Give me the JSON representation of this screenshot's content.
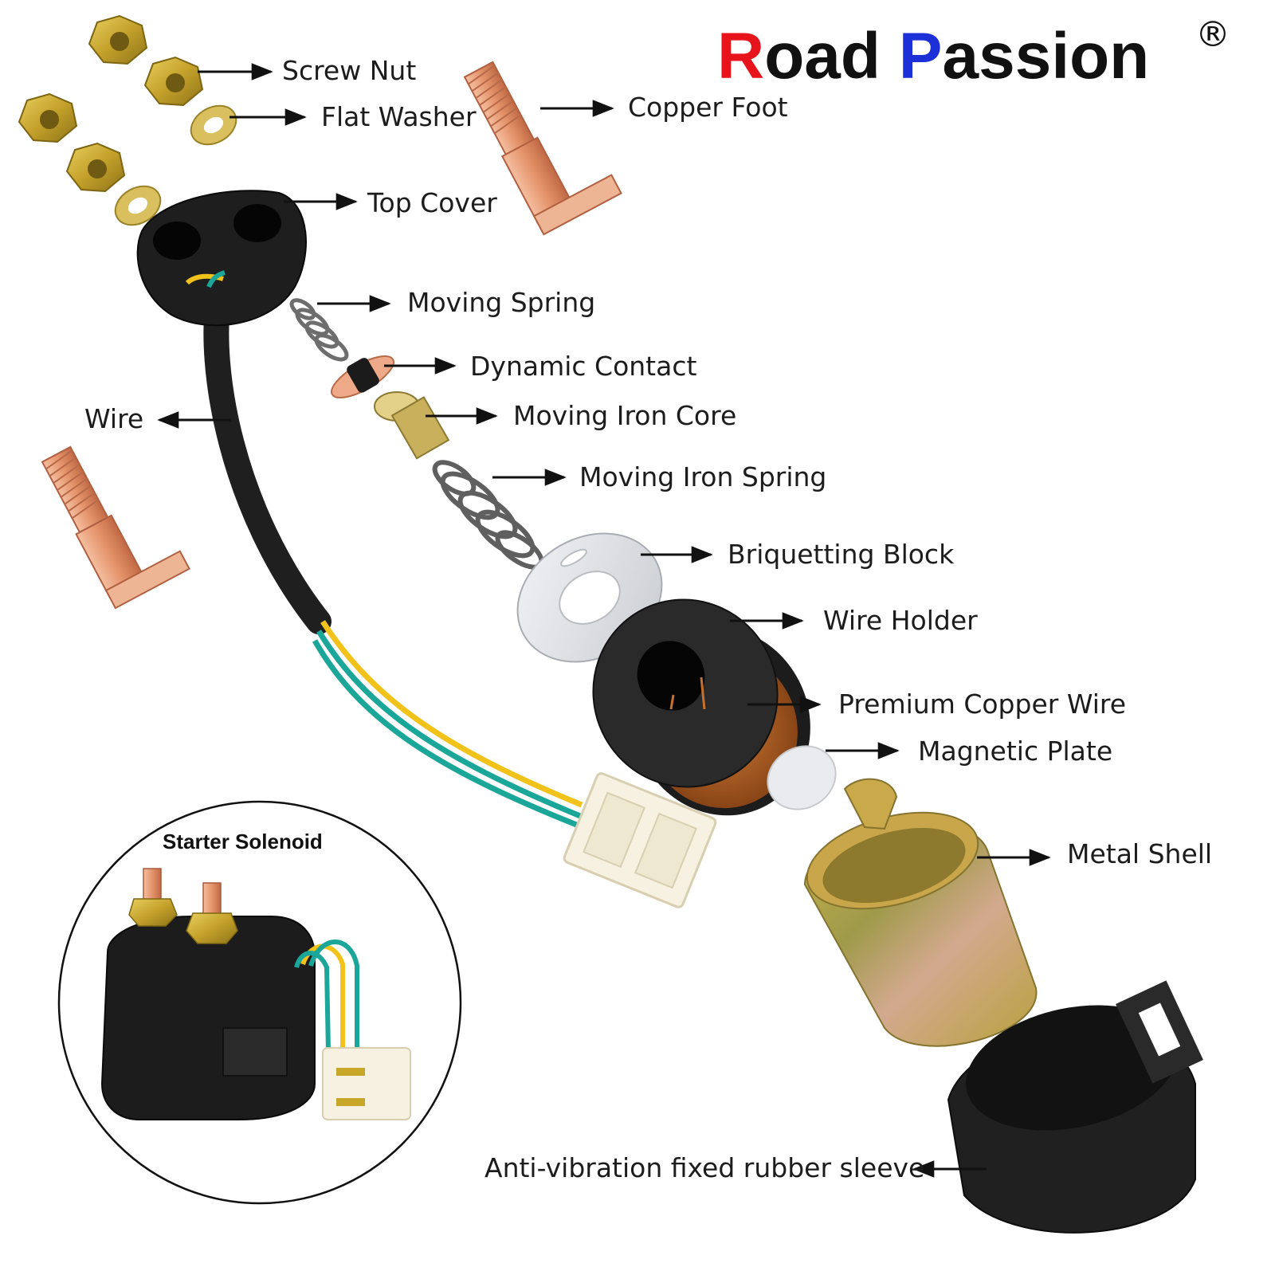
{
  "brand": {
    "first_letter": "R",
    "first_rest": "oad ",
    "second_letter": "P",
    "second_rest": "assion",
    "registered_mark": "®",
    "colors": {
      "r": "#e8141b",
      "p": "#1d2fd6",
      "rest": "#111111"
    }
  },
  "labels": {
    "screw_nut": "Screw Nut",
    "flat_washer": "Flat Washer",
    "copper_foot": "Copper Foot",
    "top_cover": "Top Cover",
    "moving_spring": "Moving Spring",
    "dynamic_contact": "Dynamic Contact",
    "wire": "Wire",
    "moving_iron_core": "Moving Iron Core",
    "moving_iron_spring": "Moving Iron Spring",
    "briquetting_block": "Briquetting Block",
    "wire_holder": "Wire Holder",
    "premium_copper_wire": "Premium Copper Wire",
    "magnetic_plate": "Magnetic Plate",
    "metal_shell": "Metal Shell",
    "rubber_sleeve": "Anti-vibration fixed rubber sleeve"
  },
  "inset": {
    "title": "Starter Solenoid"
  },
  "colors": {
    "brass": "#c9a62a",
    "copper": "#e29a72",
    "black_part": "#1e1e1e",
    "wire_green": "#1aa79a",
    "wire_yellow": "#f0c21a",
    "washer_silver": "#dfe1e4",
    "coil_copper": "#b65a1c"
  }
}
